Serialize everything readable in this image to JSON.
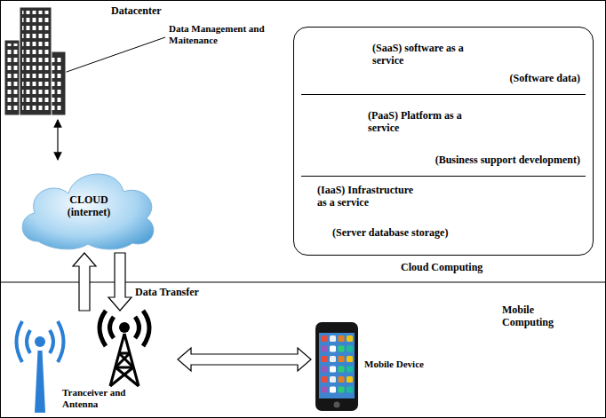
{
  "diagram": {
    "nodes": [
      {
        "text": [
          "Datacenter"
        ]
      },
      {
        "text": [
          "CLOUD (internet)"
        ]
      },
      {
        "text": [
          "Cloud Computing"
        ]
      },
      {
        "text": [
          "(SaaS) software as a service",
          "(Software data)"
        ],
        "in": 2
      },
      {
        "text": [
          "(PaaS) Platform as a service",
          "(Business support development)"
        ],
        "in": 2
      },
      {
        "text": [
          "(IaaS) Infrastructure as a service",
          "(Server database storage)"
        ],
        "in": 2
      },
      {
        "text": [
          "Tranceiver and Antenna"
        ]
      },
      {
        "text": [
          "Mobile Device"
        ]
      }
    ],
    "edges": [
      {
        "from": 0,
        "to": 1,
        "arrow": "both"
      },
      {
        "from": 6,
        "to": 1,
        "arrow": "to",
        "label": "Data Transfer"
      },
      {
        "from": 1,
        "to": 6,
        "arrow": "to"
      },
      {
        "from": 6,
        "to": 7,
        "arrow": "both"
      }
    ],
    "labels": [
      "Data Management and Maitenance",
      "Mobile Computing"
    ]
  }
}
